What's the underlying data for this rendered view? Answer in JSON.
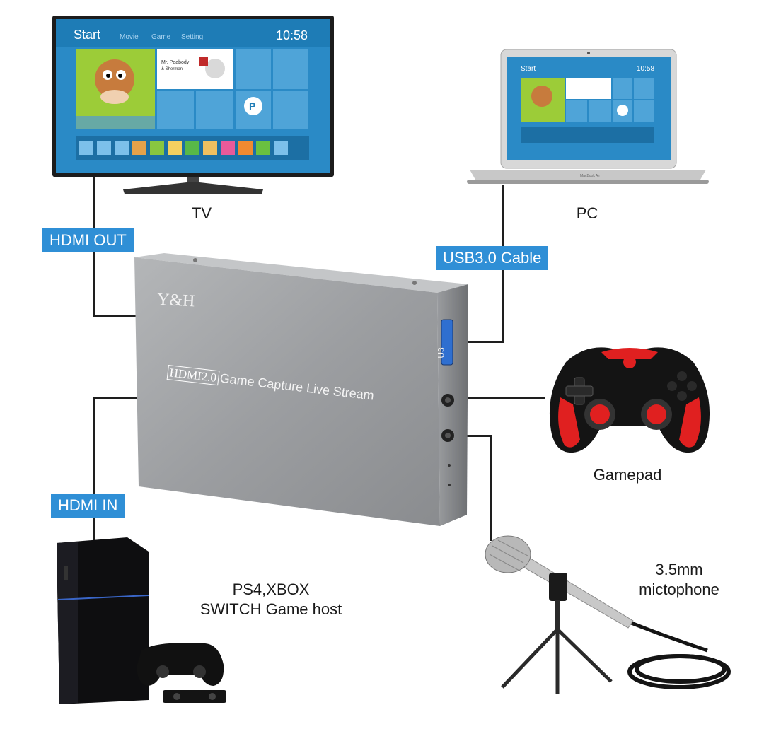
{
  "labels": {
    "hdmi_out": "HDMI OUT",
    "usb_cable": "USB3.0 Cable",
    "hdmi_in": "HDMI IN"
  },
  "devices": {
    "tv": "TV",
    "pc": "PC",
    "gamepad": "Gamepad",
    "microphone_line1": "3.5mm",
    "microphone_line2": "mictophone",
    "console_line1": "PS4,XBOX",
    "console_line2": "SWITCH Game host"
  },
  "capture_box": {
    "brand": "Y&H",
    "hdmi_badge": "HDMI2.0",
    "product_text": "Game Capture Live Stream",
    "port_label": "U3"
  },
  "screen": {
    "menu_start": "Start",
    "menu_items": [
      "Movie",
      "Game",
      "Setting"
    ],
    "clock": "10:58",
    "tile_title": "Mr. Peabody & Sherman"
  },
  "laptop_brand": "MacBook Air",
  "colors": {
    "label_blue": "#2f8fd6",
    "wire": "#1e1e1e",
    "gamepad_red": "#e02020"
  }
}
